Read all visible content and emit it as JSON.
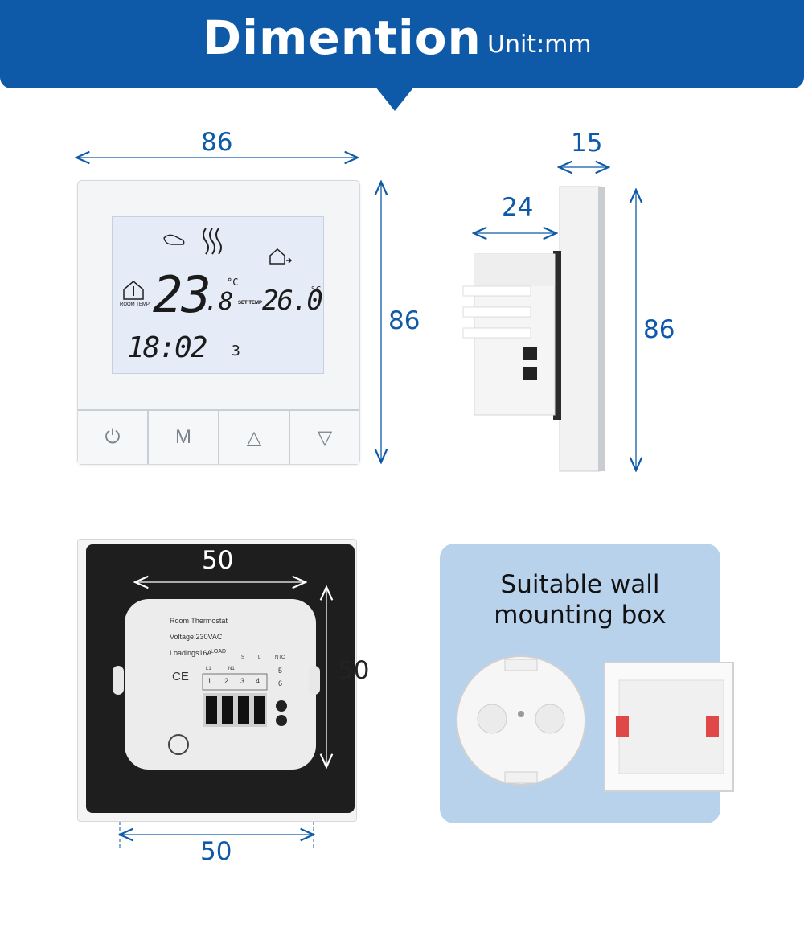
{
  "header": {
    "title": "Dimention",
    "unit": "Unit:mm",
    "color": "#0f5aa8"
  },
  "front_view": {
    "width_label": "86",
    "height_label": "86",
    "display": {
      "room_temp": "23",
      "room_temp_decimal": ".8",
      "room_unit": "°C",
      "room_label": "ROOM TEMP",
      "set_label": "SET TEMP",
      "set_temp": "26.0",
      "set_unit": "°C",
      "clock": "18:02",
      "day": "3"
    },
    "buttons": [
      {
        "label": "⏻",
        "icon": "power-icon"
      },
      {
        "label": "M",
        "icon": "mode-icon"
      },
      {
        "label": "△",
        "icon": "up-icon"
      },
      {
        "label": "▽",
        "icon": "down-icon"
      }
    ]
  },
  "side_view": {
    "depth_label": "15",
    "body_label": "24",
    "height_label": "86"
  },
  "back_view": {
    "top_label": "50",
    "right_label": "50",
    "bottom_label": "50",
    "module_text": {
      "line1": "Room Thermostat",
      "line2": "Voltage:230VAC",
      "line3": "Loadings16A",
      "load": "LOAD",
      "ce": "CE",
      "terminals": [
        "1",
        "2",
        "3",
        "4"
      ],
      "ntc": "NTC",
      "ntc_terminals": [
        "5",
        "6"
      ],
      "s": "S",
      "l": "L",
      "l1": "L1",
      "n1": "N1"
    }
  },
  "mounting_box": {
    "line1": "Suitable wall",
    "line2": "mounting box",
    "bg_color": "#b9d2ec"
  }
}
